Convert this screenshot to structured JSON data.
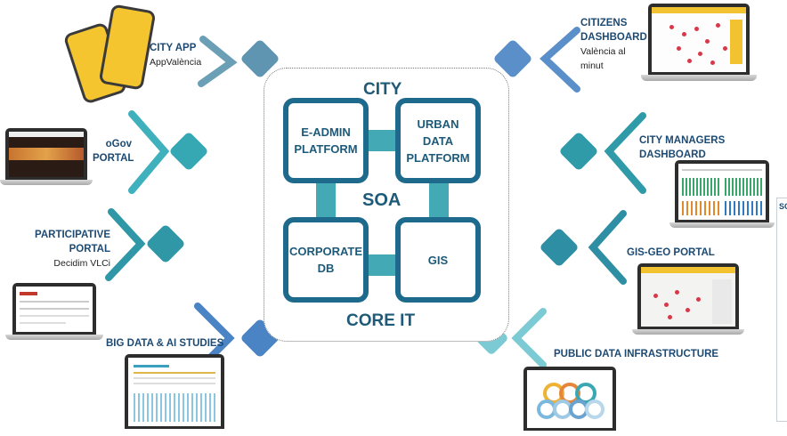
{
  "hub": {
    "top_label": "CITY",
    "middle_label": "SOA",
    "bottom_label": "CORE IT",
    "boxes": [
      {
        "line1": "E-ADMIN",
        "line2": "PLATFORM"
      },
      {
        "line1": "URBAN",
        "line2": "DATA",
        "line3": "PLATFORM"
      },
      {
        "line1": "CORPORATE",
        "line2": "DB"
      },
      {
        "line1": "GIS"
      }
    ]
  },
  "left_items": [
    {
      "title": "CITY APP",
      "subtitle": "AppValència"
    },
    {
      "title_line1": "oGov",
      "title_line2": "PORTAL"
    },
    {
      "title_line1": "PARTICIPATIVE",
      "title_line2": "PORTAL",
      "subtitle": "Decidim VLCi"
    },
    {
      "title": "BIG DATA & AI STUDIES"
    }
  ],
  "right_items": [
    {
      "title_line1": "CITIZENS",
      "title_line2": "DASHBOARD",
      "subtitle_line1": "València al",
      "subtitle_line2": "minut"
    },
    {
      "title_line1": "CITY MANAGERS",
      "title_line2": "DASHBOARD"
    },
    {
      "title": "GIS-GEO PORTAL"
    },
    {
      "title": "PUBLIC DATA INFRASTRUCTURE"
    }
  ],
  "side_panel_label": "SC",
  "colors": {
    "connector_light": "#7ec6d2",
    "connector_teal": "#3aa7b3",
    "connector_blue": "#5b8fc7",
    "connector_slate": "#5f95b0",
    "box_border": "#1d6a8c",
    "label": "#1c4a73"
  }
}
